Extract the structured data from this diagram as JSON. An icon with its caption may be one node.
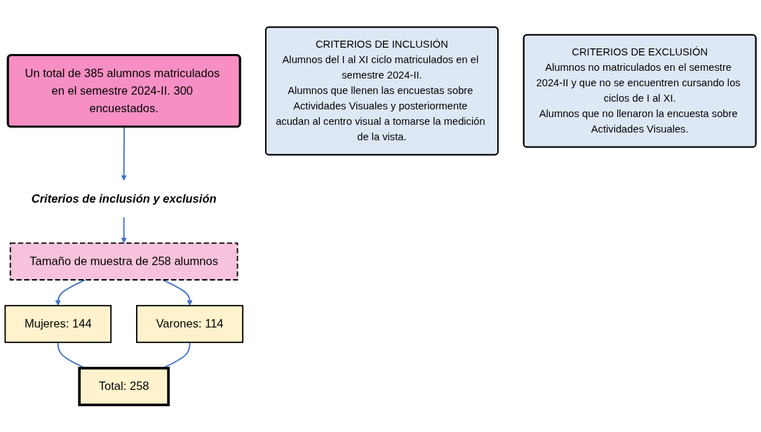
{
  "diagram": {
    "nodes": [
      {
        "text": [
          "Un total de 385 alumnos matriculados en el semestre 2024-II. 300 encuestados."
        ]
      },
      {
        "text": [
          "Criterios de inclusión y exclusión"
        ]
      },
      {
        "text": [
          "Tamaño de muestra de 258 alumnos"
        ]
      },
      {
        "text": [
          "Mujeres: 144"
        ]
      },
      {
        "text": [
          "Varones: 114"
        ]
      },
      {
        "text": [
          "Total: 258"
        ]
      },
      {
        "text": [
          "CRITERIOS DE INCLUSIÓN",
          "Alumnos del I al XI ciclo matriculados en el semestre 2024-II.",
          "Alumnos que llenen las encuestas sobre Actividades Visuales y posteriormente acudan al centro visual a tomarse la medición de la vista."
        ]
      },
      {
        "text": [
          "CRITERIOS DE EXCLUSIÓN",
          "Alumnos no matriculados en el semestre 2024-II y que no se encuentren cursando los ciclos de I al XI.",
          "Alumnos que no llenaron la encuesta sobre Actividades Visuales."
        ]
      }
    ],
    "edges": [
      {
        "from": 0,
        "to": 1,
        "arrow": "to"
      },
      {
        "from": 1,
        "to": 2,
        "arrow": "to"
      },
      {
        "from": 2,
        "to": 3,
        "arrow": "to"
      },
      {
        "from": 2,
        "to": 4,
        "arrow": "to"
      },
      {
        "from": 3,
        "to": 5,
        "arrow": "none"
      },
      {
        "from": 4,
        "to": 5,
        "arrow": "none"
      }
    ]
  }
}
